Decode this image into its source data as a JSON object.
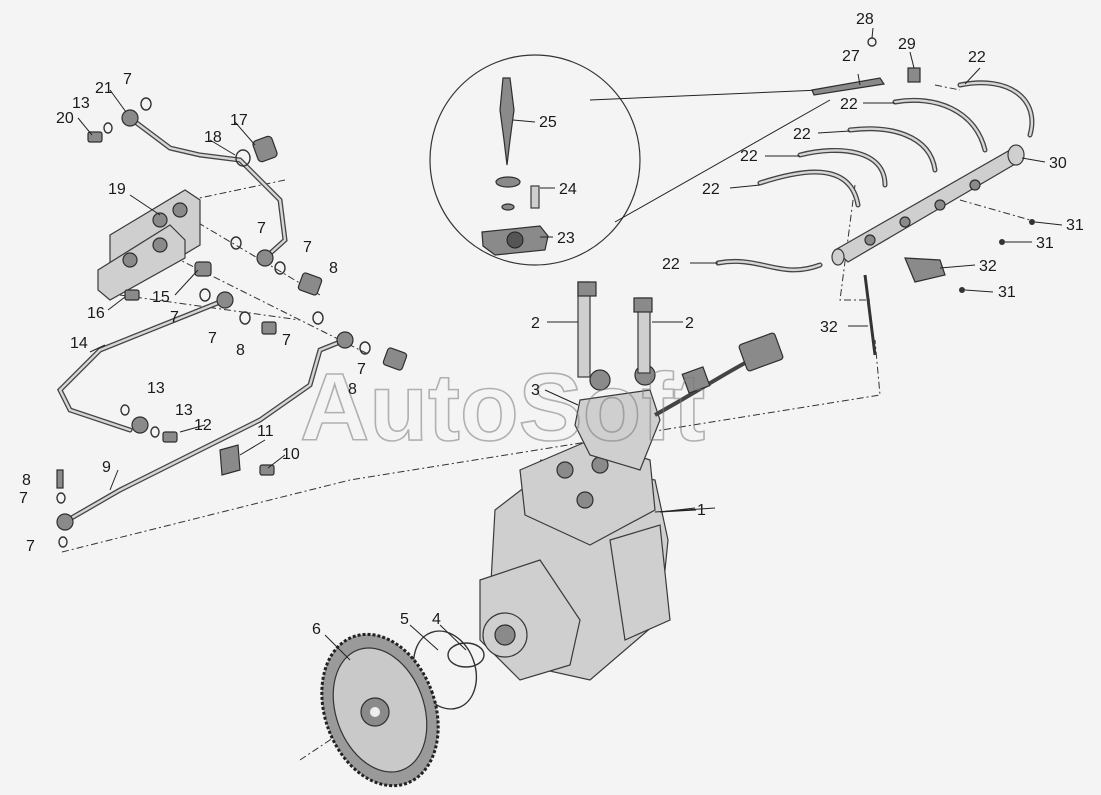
{
  "watermark": "AutoSoft",
  "callouts": [
    {
      "id": "c1",
      "text": "1"
    },
    {
      "id": "c2a",
      "text": "2"
    },
    {
      "id": "c2b",
      "text": "2"
    },
    {
      "id": "c3",
      "text": "3"
    },
    {
      "id": "c4",
      "text": "4"
    },
    {
      "id": "c5",
      "text": "5"
    },
    {
      "id": "c6",
      "text": "6"
    },
    {
      "id": "c7a",
      "text": "7"
    },
    {
      "id": "c7b",
      "text": "7"
    },
    {
      "id": "c7c",
      "text": "7"
    },
    {
      "id": "c7d",
      "text": "7"
    },
    {
      "id": "c7e",
      "text": "7"
    },
    {
      "id": "c7f",
      "text": "7"
    },
    {
      "id": "c7g",
      "text": "7"
    },
    {
      "id": "c7h",
      "text": "7"
    },
    {
      "id": "c7i",
      "text": "7"
    },
    {
      "id": "c8a",
      "text": "8"
    },
    {
      "id": "c8b",
      "text": "8"
    },
    {
      "id": "c8c",
      "text": "8"
    },
    {
      "id": "c8d",
      "text": "8"
    },
    {
      "id": "c9",
      "text": "9"
    },
    {
      "id": "c10",
      "text": "10"
    },
    {
      "id": "c11",
      "text": "11"
    },
    {
      "id": "c12",
      "text": "12"
    },
    {
      "id": "c13a",
      "text": "13"
    },
    {
      "id": "c13b",
      "text": "13"
    },
    {
      "id": "c13c",
      "text": "13"
    },
    {
      "id": "c14",
      "text": "14"
    },
    {
      "id": "c15",
      "text": "15"
    },
    {
      "id": "c16",
      "text": "16"
    },
    {
      "id": "c17",
      "text": "17"
    },
    {
      "id": "c18",
      "text": "18"
    },
    {
      "id": "c19",
      "text": "19"
    },
    {
      "id": "c20",
      "text": "20"
    },
    {
      "id": "c21",
      "text": "21"
    },
    {
      "id": "c22a",
      "text": "22"
    },
    {
      "id": "c22b",
      "text": "22"
    },
    {
      "id": "c22c",
      "text": "22"
    },
    {
      "id": "c22d",
      "text": "22"
    },
    {
      "id": "c22e",
      "text": "22"
    },
    {
      "id": "c22f",
      "text": "22"
    },
    {
      "id": "c23",
      "text": "23"
    },
    {
      "id": "c24",
      "text": "24"
    },
    {
      "id": "c25",
      "text": "25"
    },
    {
      "id": "c27",
      "text": "27"
    },
    {
      "id": "c28",
      "text": "28"
    },
    {
      "id": "c29",
      "text": "29"
    },
    {
      "id": "c30",
      "text": "30"
    },
    {
      "id": "c31a",
      "text": "31"
    },
    {
      "id": "c31b",
      "text": "31"
    },
    {
      "id": "c31c",
      "text": "31"
    },
    {
      "id": "c32a",
      "text": "32"
    },
    {
      "id": "c32b",
      "text": "32"
    }
  ]
}
